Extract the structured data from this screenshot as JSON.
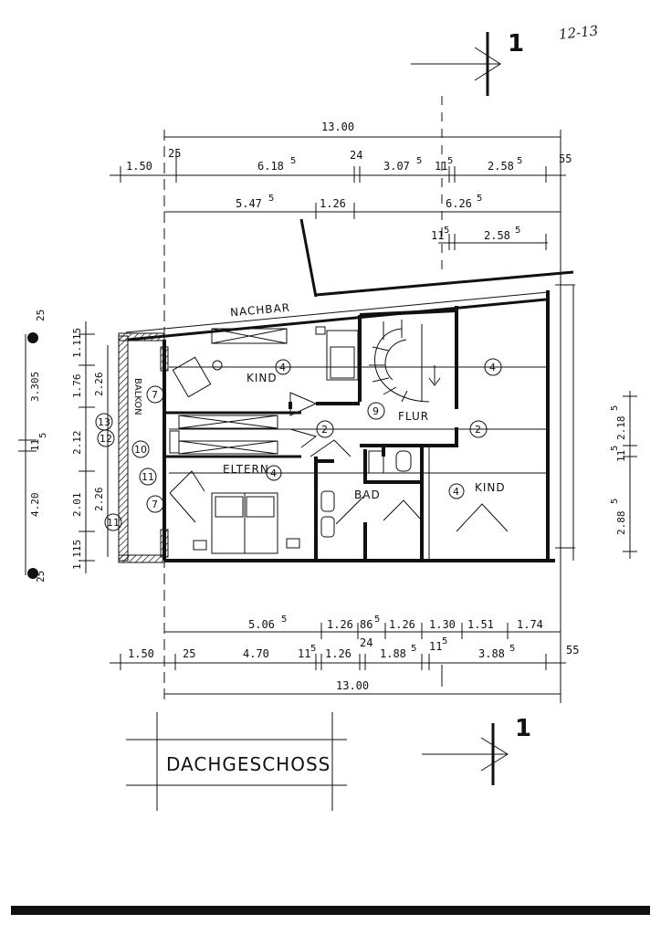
{
  "page_label": "12-13",
  "section_marker": "1",
  "title": "DACHGESCHOSS",
  "neighbor_label": "NACHBAR",
  "rooms": {
    "kind_left": "KIND",
    "kind_right": "KIND",
    "eltern": "ELTERN",
    "bad": "BAD",
    "flur": "FLUR",
    "balkon": "BALKON"
  },
  "tags": {
    "t4a": "4",
    "t4b": "4",
    "t4c": "4",
    "t4d": "4",
    "t2a": "2",
    "t2b": "2",
    "t9": "9",
    "t7a": "7",
    "t7b": "7",
    "t13": "13",
    "t12": "12",
    "t10": "10",
    "t11a": "11",
    "t11b": "11"
  },
  "dims_top": {
    "overall": "13.00",
    "r1_a": "1.50",
    "r1_b": "25",
    "r1_c": "6.18",
    "r1_c_sup": "5",
    "r1_d": "24",
    "r1_e": "3.07",
    "r1_e_sup": "5",
    "r1_f": "11",
    "r1_f_sup": "5",
    "r1_g": "2.58",
    "r1_g_sup": "5",
    "r1_h": "55",
    "r2_a": "5.47",
    "r2_a_sup": "5",
    "r2_b": "1.26",
    "r2_c": "6.26",
    "r2_c_sup": "5",
    "r3_a": "11",
    "r3_a_sup": "5",
    "r3_b": "2.58",
    "r3_b_sup": "5"
  },
  "dims_bottom": {
    "r1_a": "5.06",
    "r1_a_sup": "5",
    "r1_b": "1.26",
    "r1_c": "86",
    "r1_c_sup": "5",
    "r1_d": "1.26",
    "r1_e": "1.30",
    "r1_f": "1.51",
    "r1_g": "1.74",
    "r2_a": "1.50",
    "r2_b": "25",
    "r2_c": "4.70",
    "r2_d": "11",
    "r2_d_sup": "5",
    "r2_e": "1.26",
    "r2_f": "24",
    "r2_g": "1.88",
    "r2_g_sup": "5",
    "r2_h": "11",
    "r2_h_sup": "5",
    "r2_i": "3.88",
    "r2_i_sup": "5",
    "r2_j": "55",
    "overall": "13.00"
  },
  "dims_left": {
    "o1": "25",
    "o2": "3.305",
    "o3": "11",
    "o3_sup": "5",
    "o4": "4.20",
    "o5": "25",
    "m1": "1.115",
    "m2": "1.76",
    "m3": "2.12",
    "m4": "2.01",
    "m5": "1.115",
    "i1": "2.26",
    "i2": "2.26"
  },
  "dims_right": {
    "a": "2.18",
    "a_sup": "5",
    "b": "11",
    "b_sup": "5",
    "c": "2.88",
    "c_sup": "5"
  }
}
